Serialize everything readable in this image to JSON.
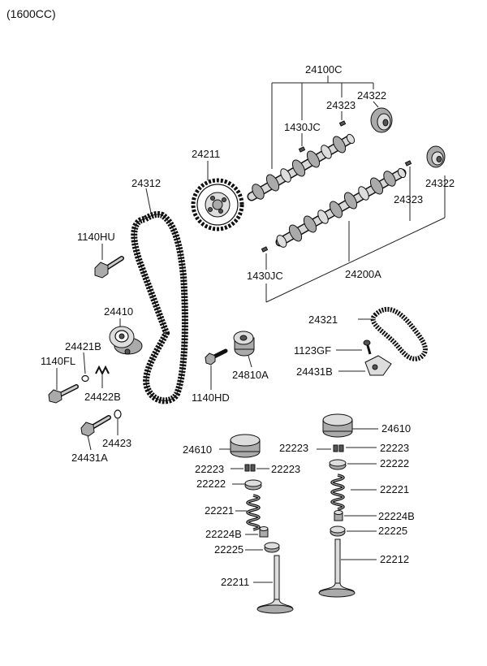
{
  "header": {
    "engine": "(1600CC)"
  },
  "labels": {
    "p24100C": "24100C",
    "p24323a": "24323",
    "p24322a": "24322",
    "p1430JCa": "1430JC",
    "p24211": "24211",
    "p24312": "24312",
    "p24322b": "24322",
    "p24323b": "24323",
    "p1140HU": "1140HU",
    "p1430JCb": "1430JC",
    "p24200A": "24200A",
    "p24410": "24410",
    "p24421B": "24421B",
    "p1140FL": "1140FL",
    "p24422B": "24422B",
    "p1140HD": "1140HD",
    "p24810A": "24810A",
    "p24321": "24321",
    "p1123GF": "1123GF",
    "p24431B": "24431B",
    "p24423": "24423",
    "p24431A": "24431A",
    "p24610a": "24610",
    "p24610b": "24610",
    "p22223a": "22223",
    "p22223b": "22223",
    "p22223c": "22223",
    "p22223d": "22223",
    "p22222a": "22222",
    "p22222b": "22222",
    "p22221a": "22221",
    "p22221b": "22221",
    "p22224Ba": "22224B",
    "p22224Bb": "22224B",
    "p22225a": "22225",
    "p22225b": "22225",
    "p22211": "22211",
    "p22212": "22212"
  }
}
